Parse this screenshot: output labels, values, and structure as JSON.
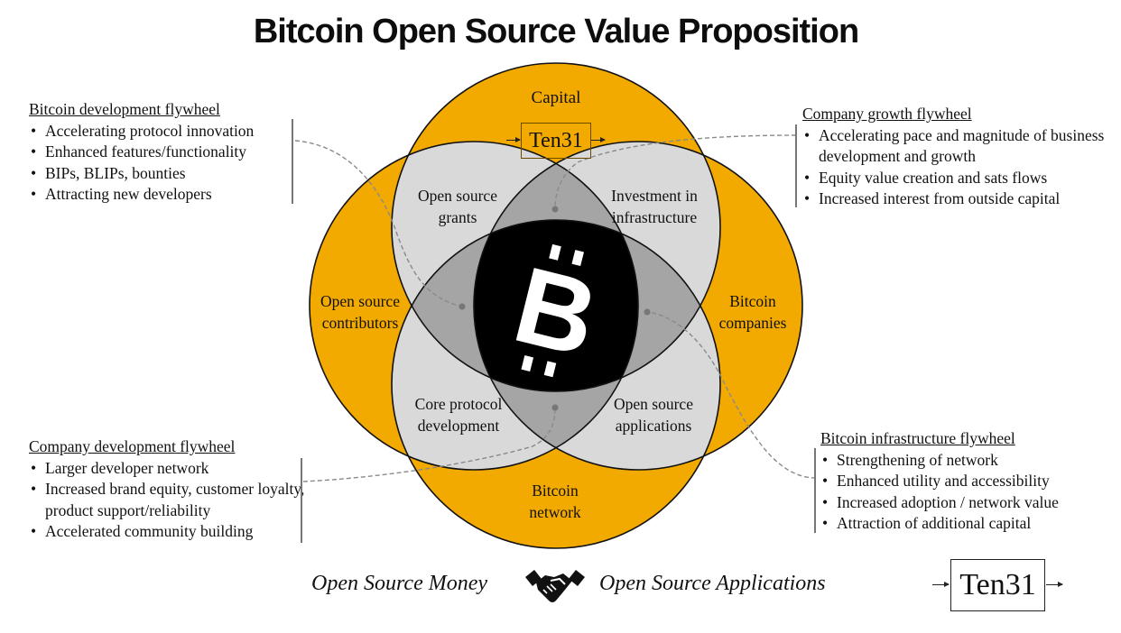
{
  "title": "Bitcoin Open Source Value Proposition",
  "colors": {
    "outer_circle": "#F2A900",
    "pair_overlap": "#D9D9D9",
    "triple_overlap": "#A6A5A5",
    "center": "#000000",
    "outline": "#111111",
    "connector": "#888888"
  },
  "venn": {
    "circles": {
      "top": "Capital",
      "left": "Open source contributors",
      "right": "Bitcoin companies",
      "bottom": "Bitcoin network"
    },
    "top_logo": "Ten31",
    "overlaps": {
      "top_left": "Open source grants",
      "top_right": "Investment in infrastructure",
      "bottom_left": "Core protocol development",
      "bottom_right": "Open source applications"
    },
    "center_icon": "bitcoin-logo"
  },
  "blocks": {
    "top_left": {
      "heading": "Bitcoin development flywheel",
      "items": [
        "Accelerating protocol innovation",
        "Enhanced features/functionality",
        "BIPs, BLIPs, bounties",
        "Attracting new developers"
      ]
    },
    "top_right": {
      "heading": "Company growth flywheel",
      "items": [
        "Accelerating pace and magnitude of business development and growth",
        "Equity value creation and sats flows",
        "Increased interest from outside capital"
      ]
    },
    "bottom_left": {
      "heading": "Company development flywheel",
      "items": [
        "Larger developer network",
        "Increased brand equity, customer loyalty, product support/reliability",
        "Accelerated community building"
      ]
    },
    "bottom_right": {
      "heading": "Bitcoin infrastructure flywheel",
      "items": [
        "Strengthening of network",
        "Enhanced utility and accessibility",
        "Increased adoption / network value",
        "Attraction of additional capital"
      ]
    }
  },
  "footer": {
    "left_text": "Open Source Money",
    "icon": "handshake-icon",
    "right_text": "Open Source Applications",
    "logo": "Ten31"
  }
}
